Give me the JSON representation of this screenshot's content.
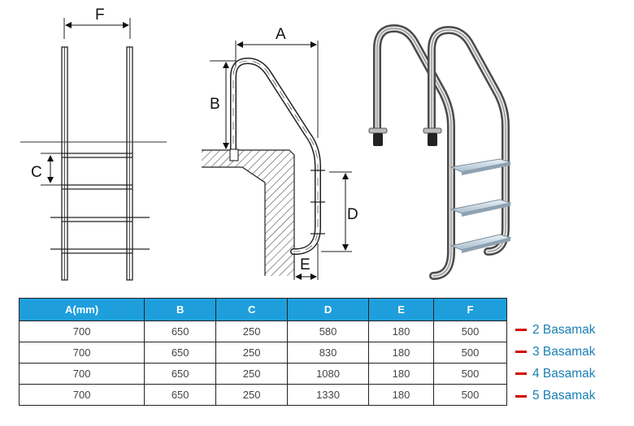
{
  "diagram": {
    "dimension_labels": {
      "A": "A",
      "B": "B",
      "C": "C",
      "D": "D",
      "E": "E",
      "F": "F"
    }
  },
  "table": {
    "header_color": "#1e9fdc",
    "columns": [
      "A(mm)",
      "B",
      "C",
      "D",
      "E",
      "F"
    ],
    "rows": [
      [
        "700",
        "650",
        "250",
        "580",
        "180",
        "500"
      ],
      [
        "700",
        "650",
        "250",
        "830",
        "180",
        "500"
      ],
      [
        "700",
        "650",
        "250",
        "1080",
        "180",
        "500"
      ],
      [
        "700",
        "650",
        "250",
        "1330",
        "180",
        "500"
      ]
    ]
  },
  "legend": {
    "marker_color": "#d40000",
    "text_color": "#1a7fb5",
    "items": [
      "2 Basamak",
      "3 Basamak",
      "4 Basamak",
      "5 Basamak"
    ]
  }
}
